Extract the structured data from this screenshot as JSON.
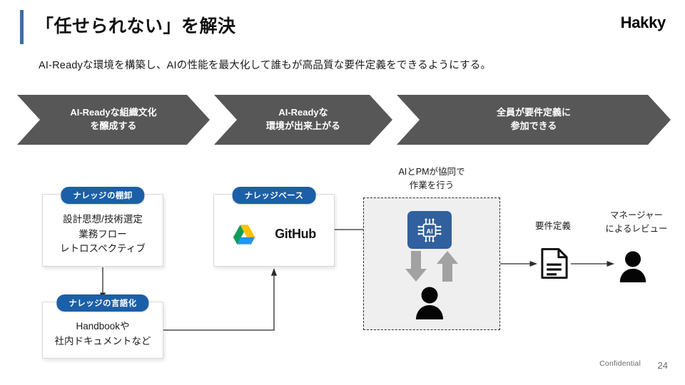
{
  "header": {
    "title": "「任せられない」を解決",
    "brand": "Hakky",
    "subtitle": "AI-Readyな環境を構築し、AIの性能を最大化して誰もが高品質な要件定義をできるようにする。",
    "accent_color": "#3f6f9f"
  },
  "chevrons": {
    "fill_color": "#575757",
    "steps": [
      {
        "line1": "AI-Readyな組織文化",
        "line2": "を醸成する"
      },
      {
        "line1": "AI-Readyな",
        "line2": "環境が出来上がる"
      },
      {
        "line1": "全員が要件定義に",
        "line2": "参加できる"
      }
    ]
  },
  "diagram": {
    "pill_color": "#1b5fa8",
    "cards": [
      {
        "pill": "ナレッジの棚卸",
        "lines": [
          "設計思想/技術選定",
          "業務フロー",
          "レトロスペクティブ"
        ]
      },
      {
        "pill": "ナレッジの言語化",
        "lines": [
          "Handbookや",
          "社内ドキュメントなど"
        ]
      },
      {
        "pill": "ナレッジベース",
        "lines": [],
        "logos": [
          "google-drive",
          "GitHub"
        ]
      }
    ],
    "knowledge_base_logos": {
      "github_wordmark": "GitHub"
    },
    "zone": {
      "caption_line1": "AIとPMが協同で",
      "caption_line2": "作業を行う",
      "background": "#efefef",
      "ai_chip_label": "AI",
      "ai_chip_color": "#31609f"
    },
    "flow": {
      "requirements_label": "要件定義",
      "review_label_line1": "マネージャー",
      "review_label_line2": "によるレビュー"
    }
  },
  "footer": {
    "confidential": "Confidential",
    "page_number": "24"
  }
}
